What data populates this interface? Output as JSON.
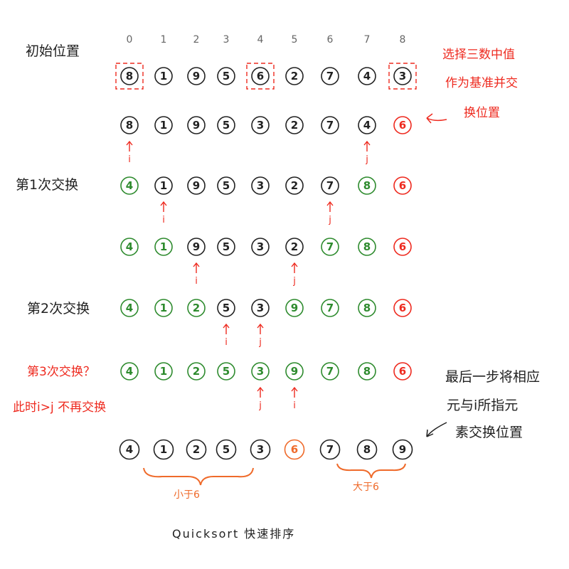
{
  "colors": {
    "black": "#222222",
    "green": "#2e8b2e",
    "red": "#ee2a1f",
    "orange": "#ef6a2a"
  },
  "indices": [
    "0",
    "1",
    "2",
    "3",
    "4",
    "5",
    "6",
    "7",
    "8"
  ],
  "labels": {
    "initial": "初始位置",
    "swap1": "第1次交换",
    "swap2": "第2次交换",
    "swap3": "第3次交换？",
    "no_swap": "此时i>j 不再交换",
    "pivot_note": [
      "选择三数中值",
      "作为基准并交",
      "换位置"
    ],
    "final_note": [
      "最后一步将相应",
      "元与i所指元",
      "素交换位置"
    ],
    "less": "小于6",
    "greater": "大于6",
    "title": "Quicksort  快速排序"
  },
  "rows": [
    {
      "name": "row-initial",
      "values": [
        "8",
        "1",
        "9",
        "5",
        "6",
        "2",
        "7",
        "4",
        "3"
      ],
      "colors": [
        "black",
        "black",
        "black",
        "black",
        "black",
        "black",
        "black",
        "black",
        "black"
      ],
      "boxed": [
        0,
        4,
        8
      ]
    },
    {
      "name": "row-after-pivot",
      "values": [
        "8",
        "1",
        "9",
        "5",
        "3",
        "2",
        "7",
        "4",
        "6"
      ],
      "colors": [
        "black",
        "black",
        "black",
        "black",
        "black",
        "black",
        "black",
        "black",
        "red"
      ],
      "boxed": []
    },
    {
      "name": "row-swap1",
      "values": [
        "4",
        "1",
        "9",
        "5",
        "3",
        "2",
        "7",
        "8",
        "6"
      ],
      "colors": [
        "green",
        "black",
        "black",
        "black",
        "black",
        "black",
        "black",
        "green",
        "red"
      ],
      "boxed": []
    },
    {
      "name": "row-step2",
      "values": [
        "4",
        "1",
        "9",
        "5",
        "3",
        "2",
        "7",
        "8",
        "6"
      ],
      "colors": [
        "green",
        "green",
        "black",
        "black",
        "black",
        "black",
        "green",
        "green",
        "red"
      ],
      "boxed": []
    },
    {
      "name": "row-swap2",
      "values": [
        "4",
        "1",
        "2",
        "5",
        "3",
        "9",
        "7",
        "8",
        "6"
      ],
      "colors": [
        "green",
        "green",
        "green",
        "black",
        "black",
        "green",
        "green",
        "green",
        "red"
      ],
      "boxed": []
    },
    {
      "name": "row-swap3",
      "values": [
        "4",
        "1",
        "2",
        "5",
        "3",
        "9",
        "7",
        "8",
        "6"
      ],
      "colors": [
        "green",
        "green",
        "green",
        "green",
        "green",
        "green",
        "green",
        "green",
        "red"
      ],
      "boxed": []
    },
    {
      "name": "row-final",
      "values": [
        "4",
        "1",
        "2",
        "5",
        "3",
        "6",
        "7",
        "8",
        "9"
      ],
      "colors": [
        "black",
        "black",
        "black",
        "black",
        "black",
        "orange",
        "black",
        "black",
        "black"
      ],
      "boxed": []
    }
  ],
  "pointers": [
    {
      "name": "pointer-i",
      "label": "i",
      "row": 1,
      "col": 0
    },
    {
      "name": "pointer-j",
      "label": "j",
      "row": 1,
      "col": 7
    },
    {
      "name": "pointer-i",
      "label": "i",
      "row": 2,
      "col": 1
    },
    {
      "name": "pointer-j",
      "label": "j",
      "row": 2,
      "col": 6
    },
    {
      "name": "pointer-i",
      "label": "i",
      "row": 3,
      "col": 2
    },
    {
      "name": "pointer-j",
      "label": "j",
      "row": 3,
      "col": 5
    },
    {
      "name": "pointer-i",
      "label": "i",
      "row": 4,
      "col": 3
    },
    {
      "name": "pointer-j",
      "label": "j",
      "row": 4,
      "col": 4
    },
    {
      "name": "pointer-j",
      "label": "j",
      "row": 5,
      "col": 4
    },
    {
      "name": "pointer-i",
      "label": "i",
      "row": 5,
      "col": 5
    }
  ]
}
